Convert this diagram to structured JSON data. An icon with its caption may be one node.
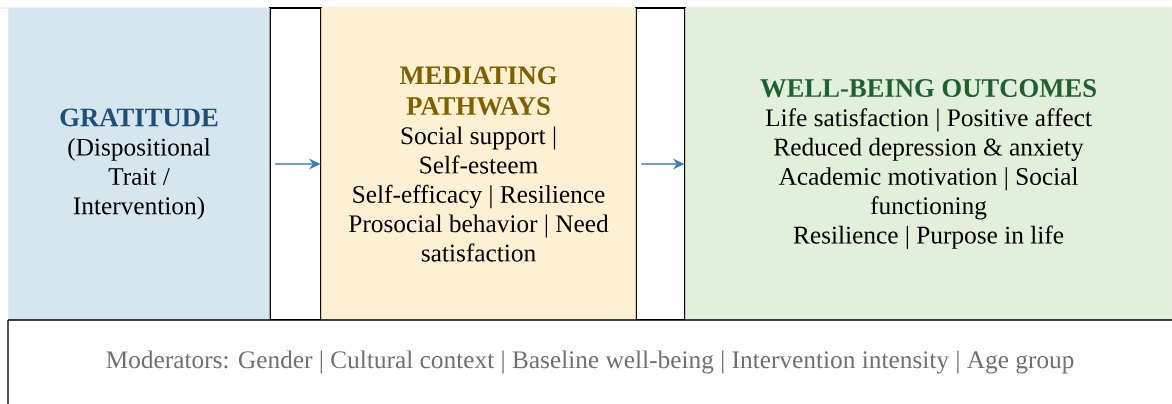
{
  "diagram": {
    "nodes": [
      {
        "text": [
          "GRATITUDE",
          "(Dispositional Trait / Intervention)"
        ]
      },
      {
        "text": [
          "MEDIATING PATHWAYS",
          "Social support | Self-esteem",
          "Self-efficacy | Resilience",
          "Prosocial behavior | Need satisfaction"
        ]
      },
      {
        "text": [
          "WELL-BEING OUTCOMES",
          "Life satisfaction | Positive affect",
          "Reduced depression & anxiety",
          "Academic motivation | Social functioning",
          "Resilience | Purpose in life"
        ]
      },
      {
        "text": [
          "Moderators: Gender | Cultural context | Baseline well-being | Intervention intensity | Age group"
        ]
      }
    ],
    "edges": [
      {
        "from": 0,
        "to": 1,
        "arrow": "to"
      },
      {
        "from": 1,
        "to": 2,
        "arrow": "to"
      }
    ]
  }
}
